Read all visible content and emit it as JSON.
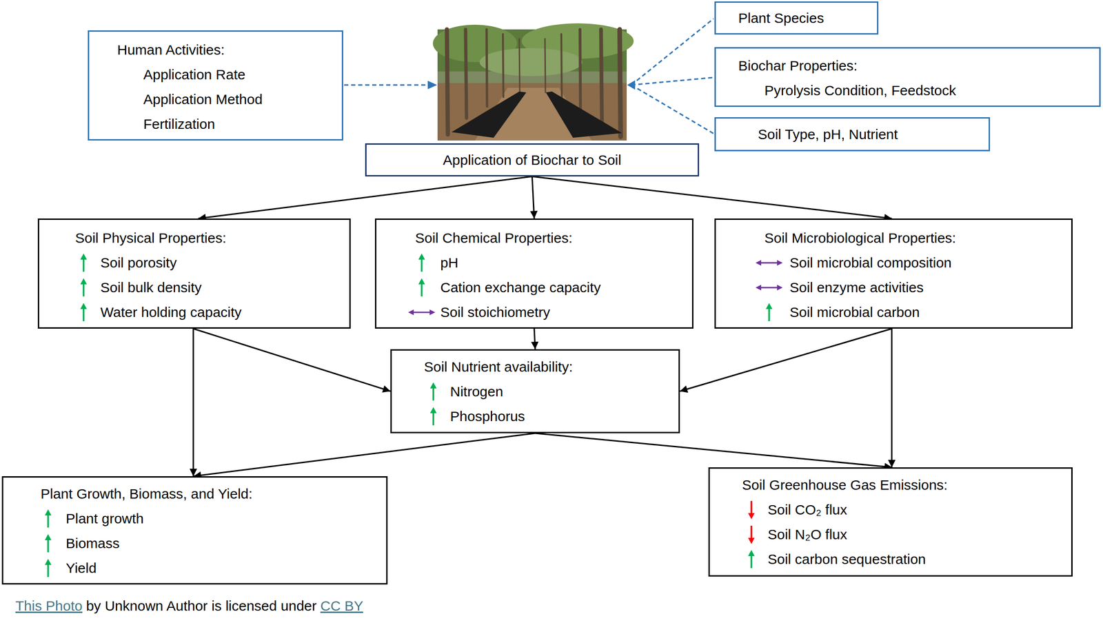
{
  "diagram": {
    "nodes": [
      {
        "text": [
          "Human Activities:",
          "Application Rate",
          "Application Method",
          "Fertilization"
        ]
      },
      {
        "text": [
          "Plant Species"
        ]
      },
      {
        "text": [
          "Biochar Properties:",
          "Pyrolysis Condition, Feedstock"
        ]
      },
      {
        "text": [
          "Soil Type, pH, Nutrient"
        ]
      },
      {
        "text": [
          "Application of Biochar to Soil"
        ]
      },
      {
        "text": [
          "Soil Physical Properties:",
          "Soil porosity",
          "Soil bulk density",
          "Water holding capacity"
        ]
      },
      {
        "text": [
          "Soil Chemical Properties:",
          "pH",
          "Cation exchange capacity",
          "Soil stoichiometry"
        ]
      },
      {
        "text": [
          "Soil Microbiological Properties:",
          "Soil microbial composition",
          "Soil enzyme activities",
          "Soil microbial carbon"
        ]
      },
      {
        "text": [
          "Soil Nutrient availability:",
          "Nitrogen",
          "Phosphorus"
        ]
      },
      {
        "text": [
          "Plant Growth, Biomass, and Yield:",
          "Plant growth",
          "Biomass",
          "Yield"
        ]
      },
      {
        "text": [
          "Soil Greenhouse Gas Emissions:",
          "Soil CO₂ flux",
          "Soil N₂O flux",
          "Soil carbon sequestration"
        ]
      }
    ],
    "edges": [
      {
        "from": 4,
        "to": 5,
        "arrow": "to"
      },
      {
        "from": 4,
        "to": 6,
        "arrow": "to"
      },
      {
        "from": 4,
        "to": 7,
        "arrow": "to"
      },
      {
        "from": 5,
        "to": 8,
        "arrow": "to"
      },
      {
        "from": 6,
        "to": 8,
        "arrow": "to"
      },
      {
        "from": 7,
        "to": 8,
        "arrow": "to"
      },
      {
        "from": 5,
        "to": 9,
        "arrow": "to"
      },
      {
        "from": 8,
        "to": 9,
        "arrow": "to"
      },
      {
        "from": 8,
        "to": 10,
        "arrow": "to"
      },
      {
        "from": 7,
        "to": 10,
        "arrow": "to"
      }
    ],
    "labels": [
      "This Photo",
      "by Unknown Author is licensed under",
      "CC BY"
    ]
  }
}
